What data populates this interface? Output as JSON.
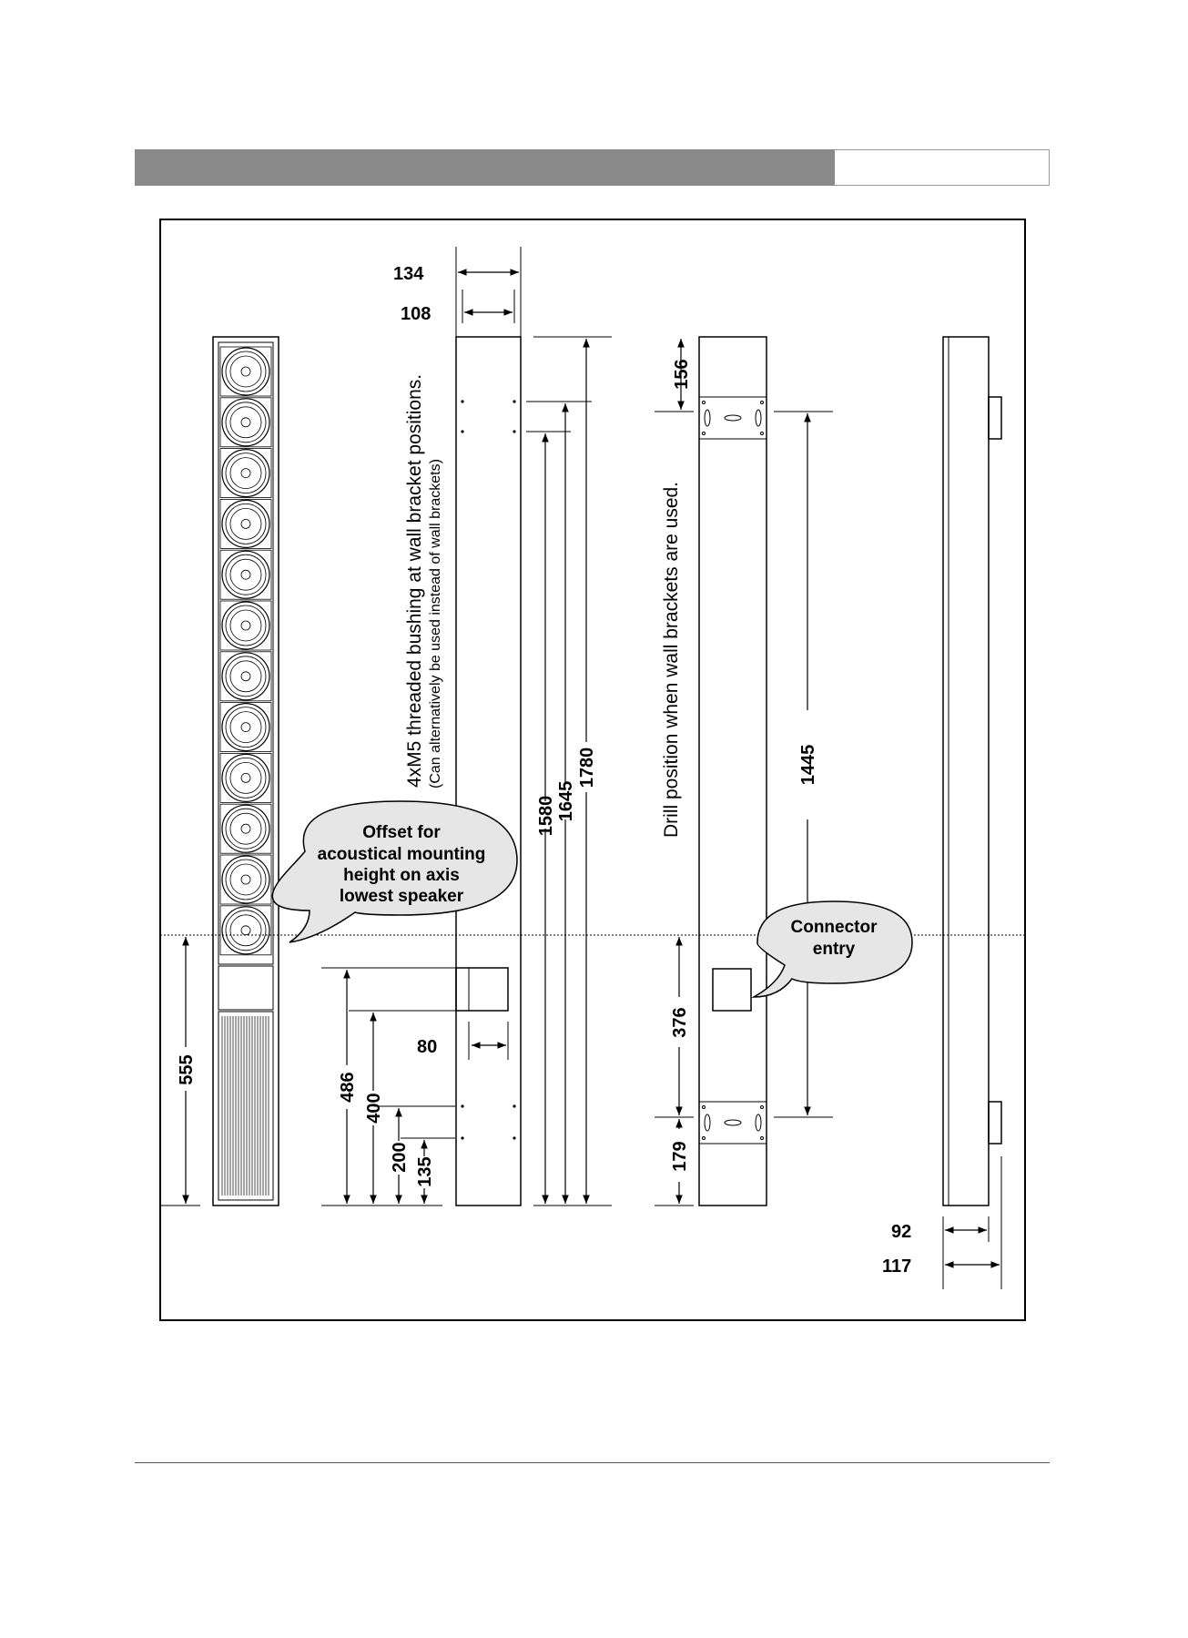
{
  "dims": {
    "d134": "134",
    "d108": "108",
    "d156": "156",
    "d1445": "1445",
    "d1580": "1580",
    "d1645": "1645",
    "d1780": "1780",
    "d555": "555",
    "d486": "486",
    "d400": "400",
    "d200": "200",
    "d135": "135",
    "d80": "80",
    "d376": "376",
    "d179": "179",
    "d92": "92",
    "d117": "117"
  },
  "notes": {
    "bushing": "4xM5 threaded bushing at wall bracket positions.",
    "bushing_sub": "(Can alternatively be used instead of wall brackets)",
    "drill": "Drill position when wall brackets are used."
  },
  "callouts": {
    "offset": [
      "Offset for",
      "acoustical mounting",
      "height on axis",
      "lowest speaker"
    ],
    "connector": [
      "Connector",
      "entry"
    ]
  },
  "colors": {
    "header": "#8a8a8a",
    "callout_fill": "#e6e6e6"
  }
}
